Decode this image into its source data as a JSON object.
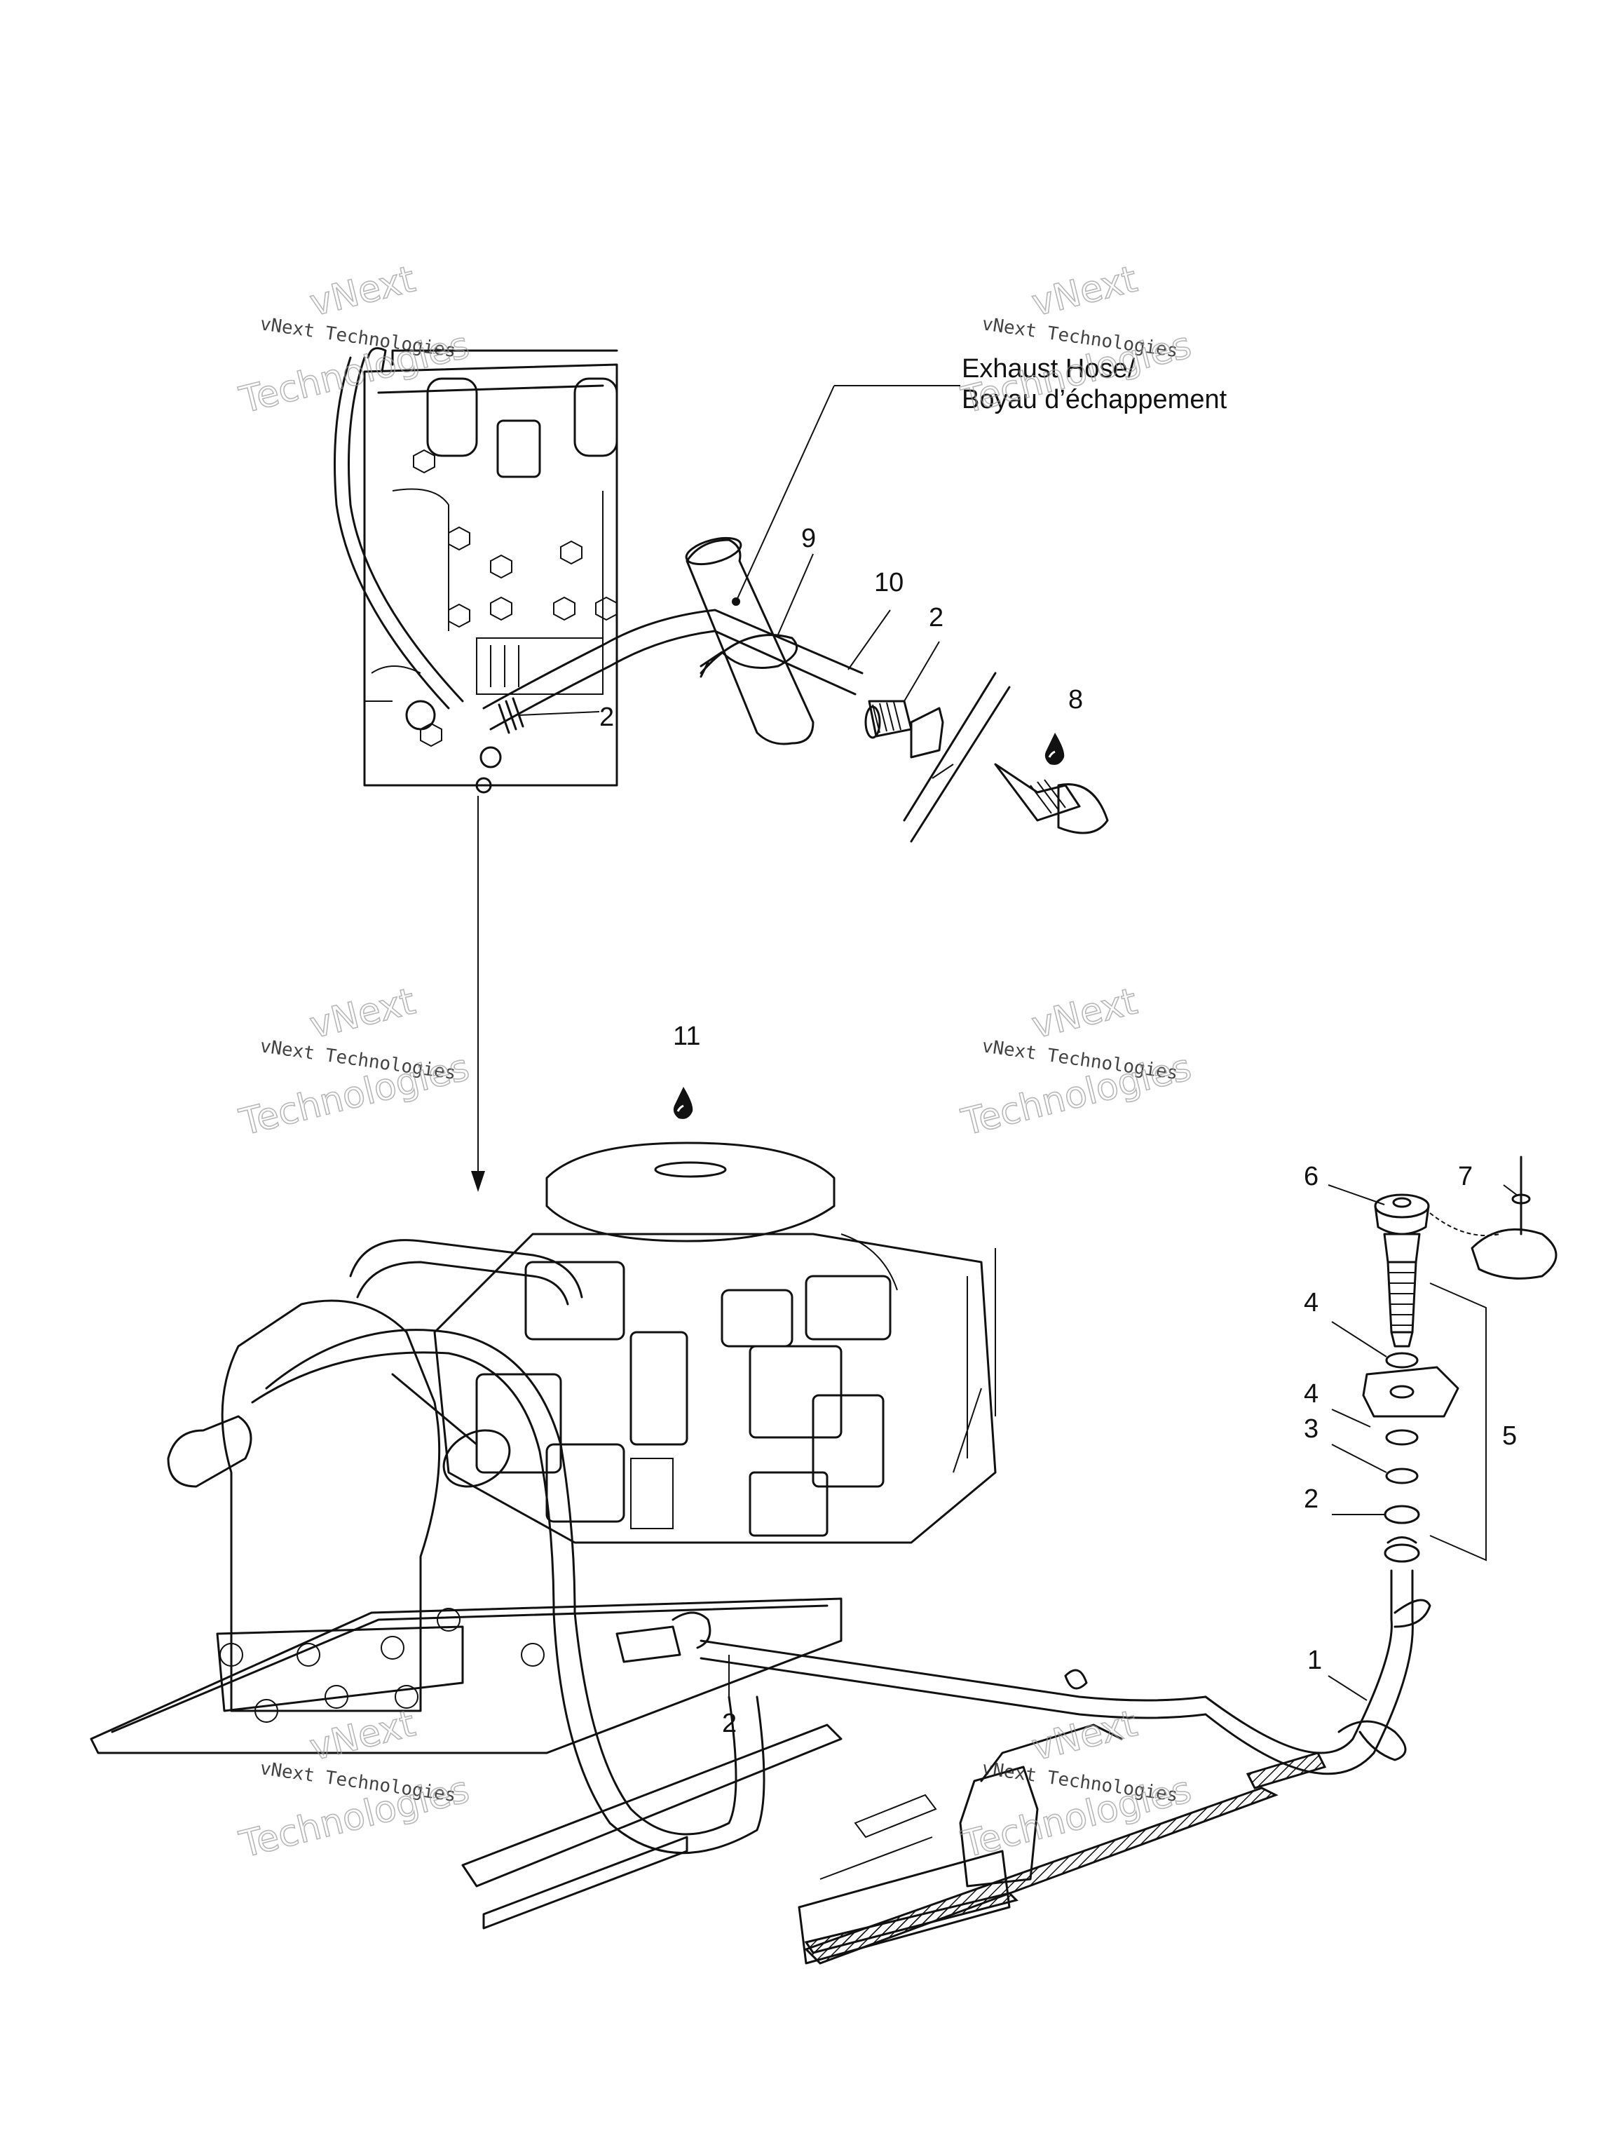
{
  "labels": {
    "exhaust_hose_line1": "Exhaust Hose/",
    "exhaust_hose_line2": "Boyau d’échappement"
  },
  "callouts": {
    "c1": "1",
    "c2_top_engine": "2",
    "c2_fitting": "2",
    "c2_bottom": "2",
    "c2_stack": "2",
    "c3": "3",
    "c4_upper": "4",
    "c4_lower": "4",
    "c5": "5",
    "c6": "6",
    "c7": "7",
    "c8": "8",
    "c9": "9",
    "c10": "10",
    "c11": "11"
  },
  "watermark": {
    "small": "vNext Technologies",
    "large_line1": "vNext",
    "large_line2": "Technologies"
  },
  "icons": {
    "lubricant_drop_8": "oil-drop-icon",
    "lubricant_drop_11": "oil-drop-icon"
  }
}
